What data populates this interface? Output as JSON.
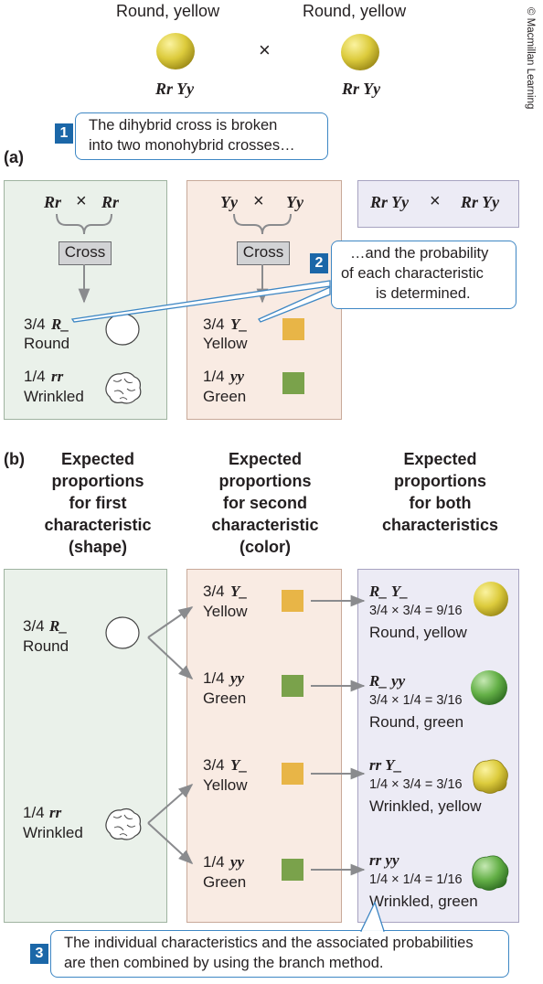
{
  "copyright": "© Macmillan Learning",
  "top": {
    "parent1_phenotype": "Round, yellow",
    "parent2_phenotype": "Round, yellow",
    "cross_symbol": "×",
    "parent1_genotype": "Rr Yy",
    "parent2_genotype": "Rr Yy"
  },
  "callouts": {
    "c1_num": "1",
    "c1_line1": "The dihybrid cross is broken",
    "c1_line2": "into two monohybrid crosses…",
    "c2_num": "2",
    "c2_line1": "…and the probability",
    "c2_line2": "of each characteristic",
    "c2_line3": "is determined.",
    "c3_num": "3",
    "c3_line1": "The individual characteristics and the associated probabilities",
    "c3_line2": "are then combined by using the branch method."
  },
  "part_a": {
    "label": "(a)",
    "shape_cross": {
      "left": "Rr",
      "x": "×",
      "right": "Rr",
      "cross_label": "Cross",
      "r1_frac": "3/4",
      "r1_geno": "R_",
      "r1_pheno": "Round",
      "r2_frac": "1/4",
      "r2_geno": "rr",
      "r2_pheno": "Wrinkled"
    },
    "color_cross": {
      "left": "Yy",
      "x": "×",
      "right": "Yy",
      "cross_label": "Cross",
      "r1_frac": "3/4",
      "r1_geno": "Y_",
      "r1_pheno": "Yellow",
      "r2_frac": "1/4",
      "r2_geno": "yy",
      "r2_pheno": "Green"
    },
    "dihybrid": {
      "left": "Rr Yy",
      "x": "×",
      "right": "Rr Yy"
    }
  },
  "part_b": {
    "label": "(b)",
    "col1_header": [
      "Expected",
      "proportions",
      "for first",
      "characteristic",
      "(shape)"
    ],
    "col2_header": [
      "Expected",
      "proportions",
      "for second",
      "characteristic",
      "(color)"
    ],
    "col3_header": [
      "Expected",
      "proportions",
      "for both",
      "characteristics"
    ],
    "shapes": [
      {
        "frac": "3/4",
        "geno": "R_",
        "pheno": "Round"
      },
      {
        "frac": "1/4",
        "geno": "rr",
        "pheno": "Wrinkled"
      }
    ],
    "colors": [
      {
        "frac": "3/4",
        "geno": "Y_",
        "pheno": "Yellow"
      },
      {
        "frac": "1/4",
        "geno": "yy",
        "pheno": "Green"
      },
      {
        "frac": "3/4",
        "geno": "Y_",
        "pheno": "Yellow"
      },
      {
        "frac": "1/4",
        "geno": "yy",
        "pheno": "Green"
      }
    ],
    "results": [
      {
        "geno": "R_ Y_",
        "calc": "3/4 × 3/4 = 9/16",
        "pheno": "Round, yellow"
      },
      {
        "geno": "R_ yy",
        "calc": "3/4 × 1/4 = 3/16",
        "pheno": "Round, green"
      },
      {
        "geno": "rr Y_",
        "calc": "1/4 × 3/4 = 3/16",
        "pheno": "Wrinkled, yellow"
      },
      {
        "geno": "rr yy",
        "calc": "1/4 × 1/4 = 1/16",
        "pheno": "Wrinkled, green"
      }
    ]
  },
  "colors": {
    "yellow_square": "#e8b547",
    "green_square": "#7aa24b",
    "callout_blue": "#1b67a8"
  }
}
